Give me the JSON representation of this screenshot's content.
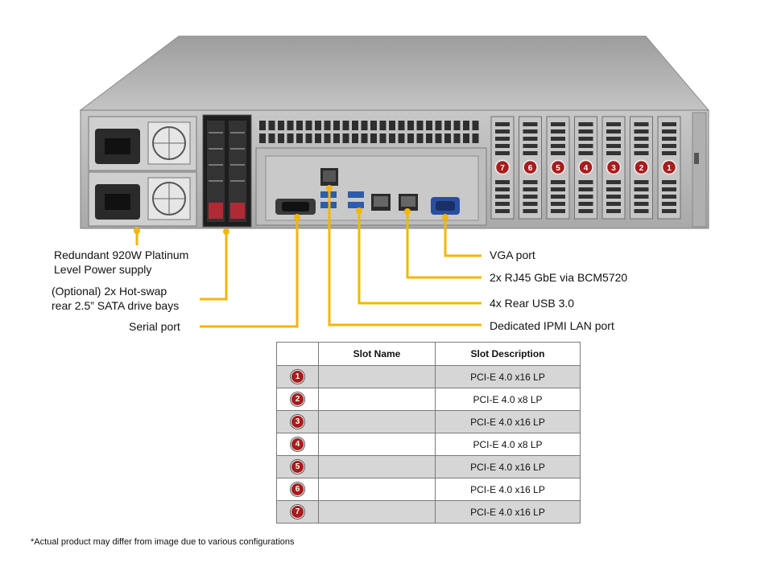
{
  "callouts": {
    "psu": [
      "Redundant  920W Platinum",
      "Level Power supply"
    ],
    "drive_bays": [
      "(Optional) 2x Hot-swap",
      "rear 2.5” SATA drive  bays"
    ],
    "serial": "Serial port",
    "vga": "VGA port",
    "lan": "2x RJ45 GbE via  BCM5720",
    "usb": "4x Rear USB 3.0",
    "ipmi": "Dedicated IPMI LAN port"
  },
  "chassis_slot_badges": [
    "7",
    "6",
    "5",
    "4",
    "3",
    "2",
    "1"
  ],
  "slot_table": {
    "headers": {
      "slot": "",
      "name": "Slot Name",
      "description": "Slot Description"
    },
    "rows": [
      {
        "badge": "1",
        "name": "",
        "description": "PCI-E 4.0 x16 LP"
      },
      {
        "badge": "2",
        "name": "",
        "description": "PCI-E 4.0 x8 LP"
      },
      {
        "badge": "3",
        "name": "",
        "description": "PCI-E 4.0 x16 LP"
      },
      {
        "badge": "4",
        "name": "",
        "description": "PCI-E 4.0 x8 LP"
      },
      {
        "badge": "5",
        "name": "",
        "description": "PCI-E 4.0 x16 LP"
      },
      {
        "badge": "6",
        "name": "",
        "description": "PCI-E 4.0 x16 LP"
      },
      {
        "badge": "7",
        "name": "",
        "description": "PCI-E 4.0 x16 LP"
      }
    ]
  },
  "footnote": "*Actual product may differ from image due to various configurations",
  "colors": {
    "leader": "#f2b705",
    "badge": "#a81c1c",
    "chassis": "#b9b9b9",
    "table_shade": "#d6d6d6"
  }
}
